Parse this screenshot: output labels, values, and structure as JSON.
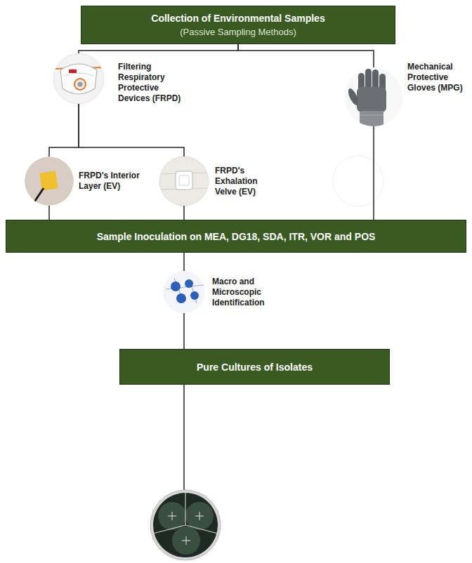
{
  "diagram": {
    "nodes": [
      {
        "text": [
          "Collection of Environmental Samples",
          "(Passive Sampling Methods)"
        ]
      },
      {
        "text": [
          "Filtering Respiratory Protective Devices (FRPD)"
        ]
      },
      {
        "text": [
          "Mechanical Protective Gloves (MPG)"
        ]
      },
      {
        "text": [
          "FRPD's Interior Layer (EV)"
        ]
      },
      {
        "text": [
          "FRPD's Exhalation Velve (EV)"
        ]
      },
      {
        "text": [
          "Sample Inoculation on MEA, DG18, SDA, ITR, VOR and POS"
        ]
      },
      {
        "text": [
          "Macro and Microscopic Identification"
        ]
      },
      {
        "text": [
          "Pure Cultures of Isolates"
        ]
      }
    ],
    "edges": [
      {
        "from": 0,
        "to": 1,
        "arrow": "none"
      },
      {
        "from": 0,
        "to": 2,
        "arrow": "none"
      },
      {
        "from": 1,
        "to": 3,
        "arrow": "none"
      },
      {
        "from": 1,
        "to": 4,
        "arrow": "none"
      },
      {
        "from": 3,
        "to": 5,
        "arrow": "none"
      },
      {
        "from": 4,
        "to": 5,
        "arrow": "none"
      },
      {
        "from": 2,
        "to": 5,
        "arrow": "none"
      },
      {
        "from": 5,
        "to": 6,
        "arrow": "none"
      },
      {
        "from": 6,
        "to": 7,
        "arrow": "none"
      }
    ]
  }
}
